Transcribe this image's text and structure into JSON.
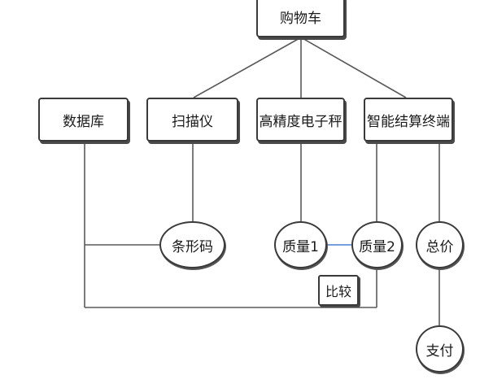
{
  "diagram": {
    "nodes": {
      "cart": "购物车",
      "database": "数据库",
      "scanner": "扫描仪",
      "scale": "高精度电子秤",
      "terminal": "智能结算终端",
      "barcode": "条形码",
      "weight1": "质量1",
      "weight2": "质量2",
      "total": "总价",
      "payment": "支付",
      "compare": "比较"
    },
    "colors": {
      "line": "#5a5a5a",
      "compare_link": "#4a7fd4"
    }
  }
}
